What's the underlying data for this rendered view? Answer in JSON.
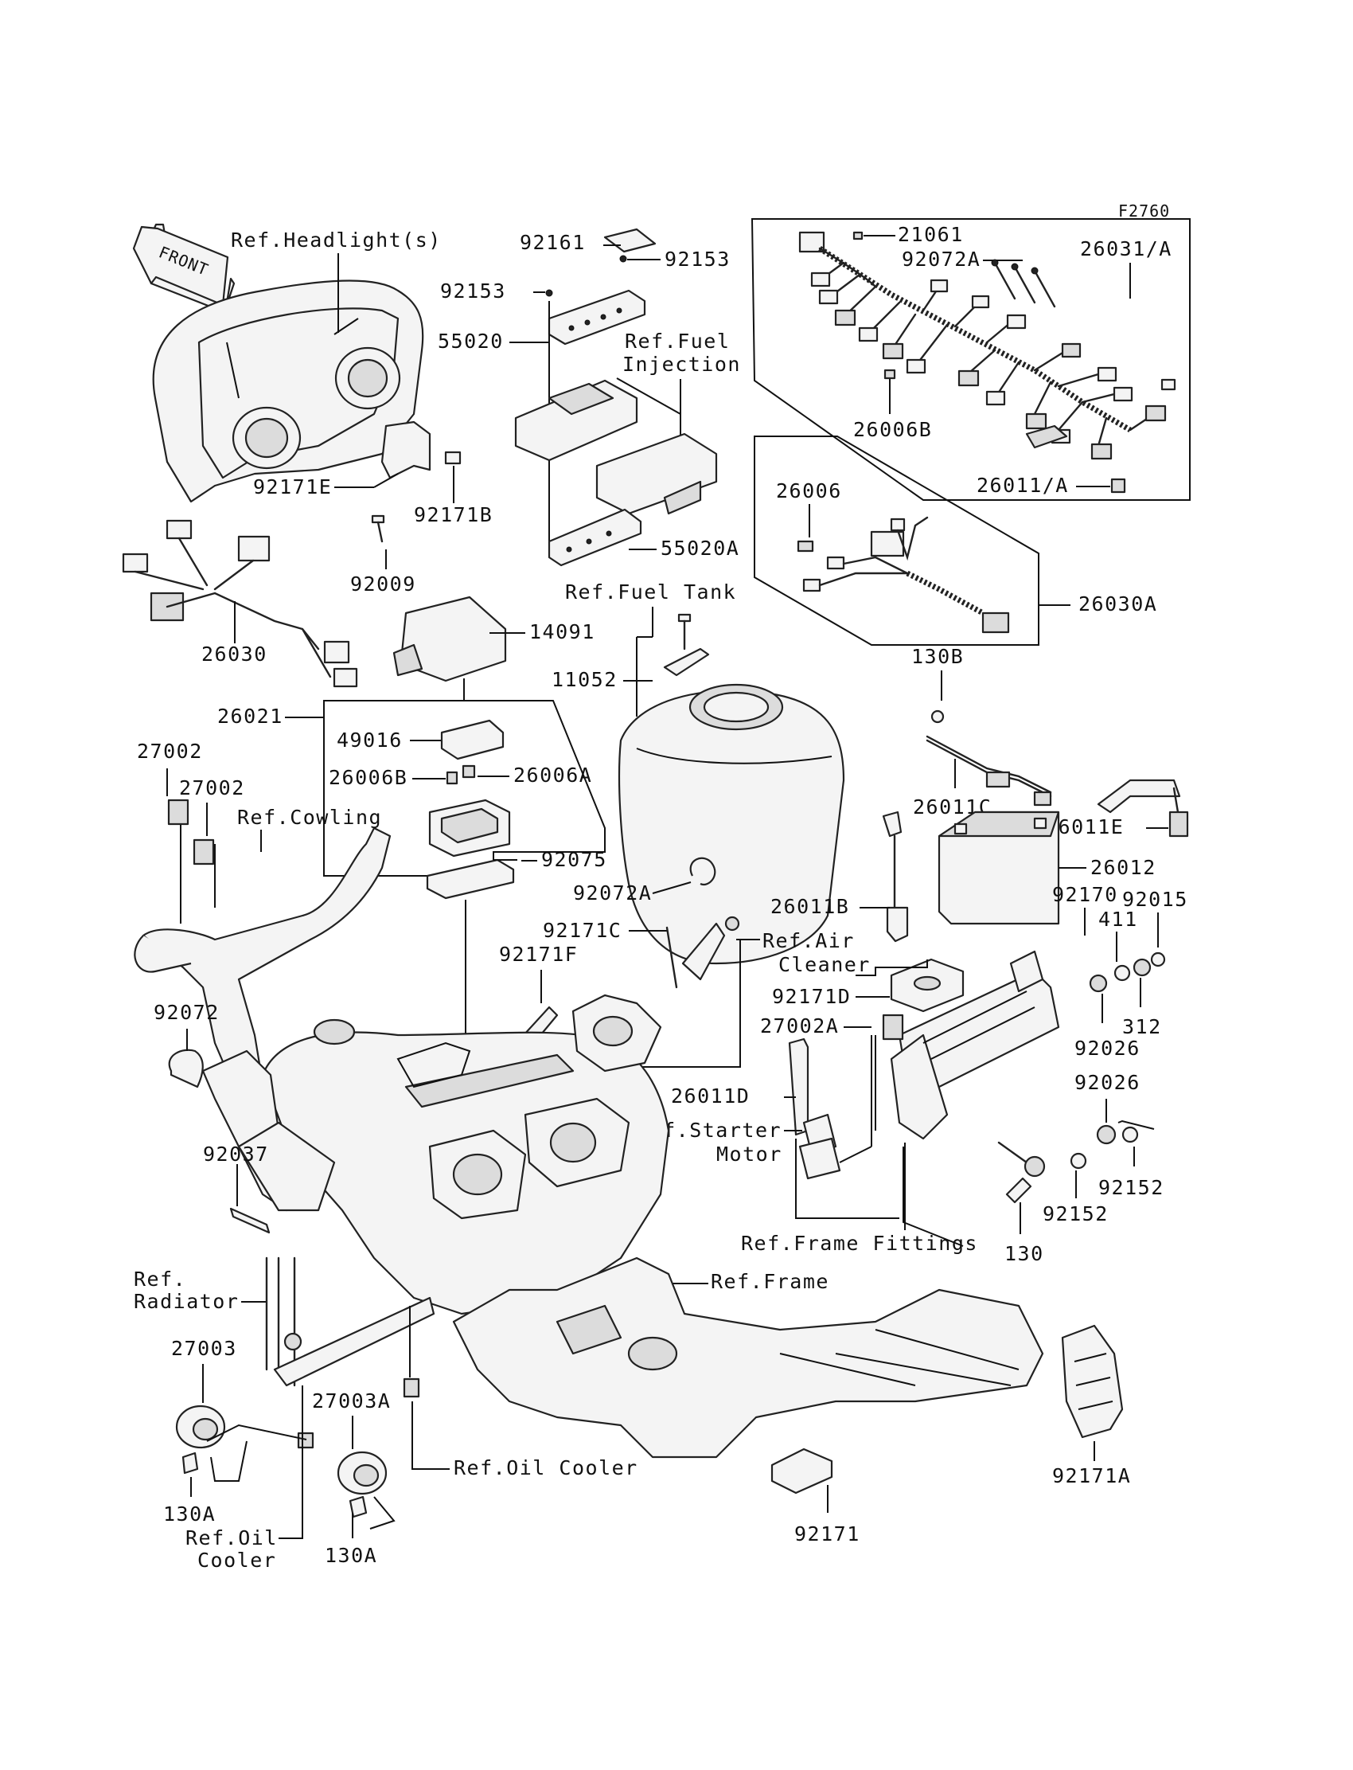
{
  "diagram_code": "F2760",
  "front_label": "FRONT",
  "labels": {
    "ref_headlight": "Ref.Headlight(s)",
    "p92161": "92161",
    "p92153_right": "92153",
    "p92153_left": "92153",
    "p55020": "55020",
    "ref_fuel_injection_1": "Ref.Fuel",
    "ref_fuel_injection_2": "Injection",
    "p21061": "21061",
    "p26031": "26031/A",
    "p92072a_top": "92072A",
    "p26006b_top": "26006B",
    "p26011a": "26011/A",
    "p92171e": "92171E",
    "p92171b": "92171B",
    "p92009": "92009",
    "p55020a": "55020A",
    "p26006": "26006",
    "p26030a": "26030A",
    "ref_fuel_tank": "Ref.Fuel Tank",
    "p14091": "14091",
    "p26030": "26030",
    "p11052": "11052",
    "p130b": "130B",
    "p26021": "26021",
    "p49016": "49016",
    "p27002_a": "27002",
    "p27002_b": "27002",
    "p26006b_mid": "26006B",
    "p26006a": "26006A",
    "ref_cowling": "Ref.Cowling",
    "p26011c": "26011C",
    "p26011e": "26011E",
    "p92075": "92075",
    "p26012": "26012",
    "p92072a_mid": "92072A",
    "p92170": "92170",
    "p92015": "92015",
    "p26011b": "26011B",
    "p411": "411",
    "p92171c": "92171C",
    "ref_air_cleaner_1": "Ref.Air",
    "ref_air_cleaner_2": "Cleaner",
    "p92171f": "92171F",
    "p92171d": "92171D",
    "p312": "312",
    "p92072": "92072",
    "p27002a": "27002A",
    "p92026_a": "92026",
    "p92026_b": "92026",
    "p26011d": "26011D",
    "ref_starter_motor_1": "Ref.Starter",
    "ref_starter_motor_2": "Motor",
    "p92037": "92037",
    "p92152_a": "92152",
    "p92152_b": "92152",
    "ref_frame_fittings": "Ref.Frame Fittings",
    "p130": "130",
    "ref_radiator_1": "Ref.",
    "ref_radiator_2": "Radiator",
    "ref_frame": "Ref.Frame",
    "p27003": "27003",
    "p27003a": "27003A",
    "ref_oil_cooler_right": "Ref.Oil Cooler",
    "p92171a": "92171A",
    "p130a_left": "130A",
    "ref_oil_cooler_left_1": "Ref.Oil",
    "ref_oil_cooler_left_2": "Cooler",
    "p130a_right": "130A",
    "p92171": "92171"
  }
}
